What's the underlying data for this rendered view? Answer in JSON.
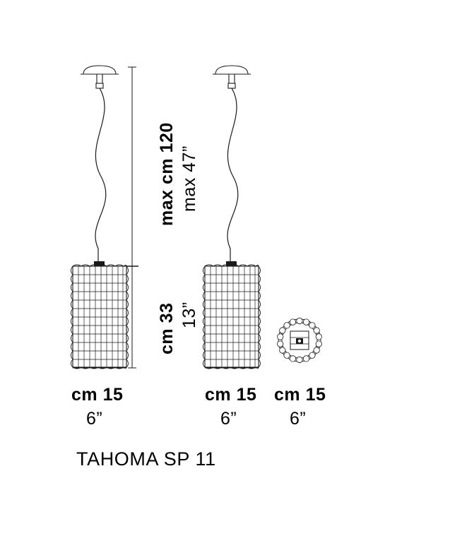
{
  "page": {
    "background": "#ffffff",
    "line_color": "#1a1a1a",
    "title": "TAHOMA SP 11"
  },
  "dimensions": {
    "suspension_cm": "max cm 120",
    "suspension_in": "max 47”",
    "height_cm": "cm 33",
    "height_in": "13”",
    "width_cm_left": "cm 15",
    "width_in_left": "6”",
    "width_cm_middle": "cm 15",
    "width_in_middle": "6”",
    "width_cm_right": "cm 15",
    "width_in_right": "6”"
  },
  "figures": [
    {
      "name": "pendant-lamp-front-view-left",
      "description": "Cylindrical pendant lamp with beaded glass grid shade, suspended by cable from a round ceiling canopy"
    },
    {
      "name": "pendant-lamp-front-view-middle",
      "description": "Cylindrical pendant lamp with beaded glass grid shade, suspended by cable from a round ceiling canopy"
    },
    {
      "name": "pendant-lamp-top-view-right",
      "description": "Top view of the lamp showing circular beaded rim and square lamp holder"
    }
  ]
}
